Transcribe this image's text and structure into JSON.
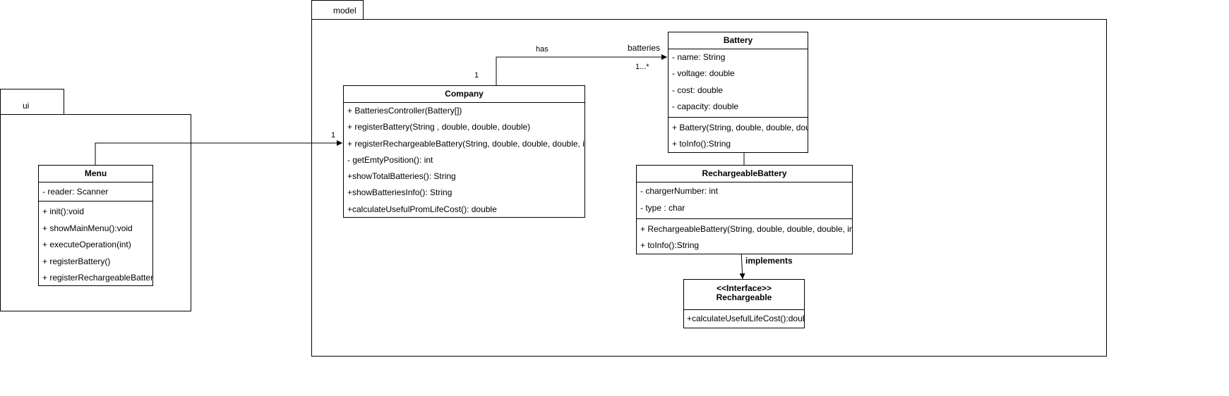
{
  "packages": {
    "ui": {
      "name": "ui"
    },
    "model": {
      "name": "model"
    }
  },
  "classes": {
    "menu": {
      "name": "Menu",
      "attributes": [
        "- reader: Scanner"
      ],
      "methods": [
        "+ init():void",
        "+ showMainMenu():void",
        "+ executeOperation(int)",
        "+ registerBattery()",
        "+ registerRechargeableBattery()"
      ]
    },
    "company": {
      "name": "Company",
      "methods": [
        "+ BatteriesController(Battery[])",
        "+ registerBattery(String , double, double, double)",
        "+ registerRechargeableBattery(String, double, double, double, int, char)",
        "- getEmtyPosition(): int",
        "+showTotalBatteries(): String",
        "+showBatteriesInfo(): String",
        "+calculateUsefulPromLifeCost(): double"
      ]
    },
    "battery": {
      "name": "Battery",
      "attributes": [
        "- name: String",
        "- voltage: double",
        "- cost: double",
        "- capacity: double"
      ],
      "methods": [
        "+ Battery(String, double, double, double)",
        "+ toInfo():String"
      ]
    },
    "rechargeable_battery": {
      "name": "RechargeableBattery",
      "attributes": [
        "- chargerNumber: int",
        "- type : char"
      ],
      "methods": [
        "+ RechargeableBattery(String, double, double, double, int, char)",
        "+ toInfo():String"
      ]
    },
    "rechargeable": {
      "stereotype": "<<Interface>>",
      "name": "Rechargeable",
      "methods": [
        "+calculateUsefulLifeCost():double"
      ]
    }
  },
  "associations": {
    "menu_company": {
      "target_multiplicity": "1"
    },
    "company_battery": {
      "label": "has",
      "source_multiplicity": "1",
      "target_role": "batteries",
      "target_multiplicity": "1...*"
    },
    "rechargeable_implements": {
      "label": "implements"
    }
  }
}
